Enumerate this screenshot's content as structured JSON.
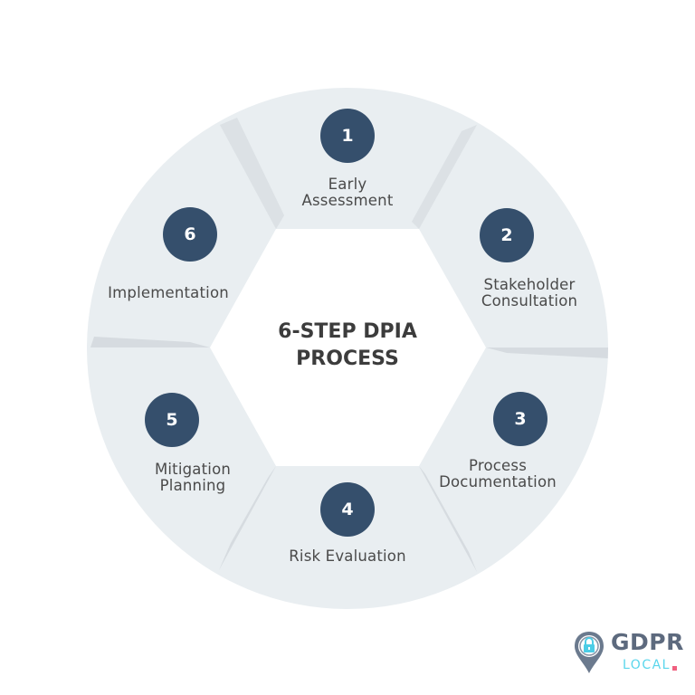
{
  "title": {
    "line1": "6-STEP DPIA",
    "line2": "PROCESS"
  },
  "steps": [
    {
      "number": "1",
      "label_line1": "Early",
      "label_line2": "Assessment"
    },
    {
      "number": "2",
      "label_line1": "Stakeholder",
      "label_line2": "Consultation"
    },
    {
      "number": "3",
      "label_line1": "Process",
      "label_line2": "Documentation"
    },
    {
      "number": "4",
      "label_line1": "Risk Evaluation",
      "label_line2": ""
    },
    {
      "number": "5",
      "label_line1": "Mitigation",
      "label_line2": "Planning"
    },
    {
      "number": "6",
      "label_line1": "Implementation",
      "label_line2": ""
    }
  ],
  "logo": {
    "name": "GDPR",
    "sub": "LOCAL",
    "icon": "location-pin-lock-icon"
  },
  "colors": {
    "badge": "#354f6c",
    "ring": "#e9eef1",
    "hexagon": "#ffffff",
    "title_text": "#3c3c3c",
    "label_text": "#4a4a4a",
    "logo_gdpr": "#5d6a7e",
    "logo_local": "#5ad6ec",
    "logo_dot": "#f0607f"
  }
}
